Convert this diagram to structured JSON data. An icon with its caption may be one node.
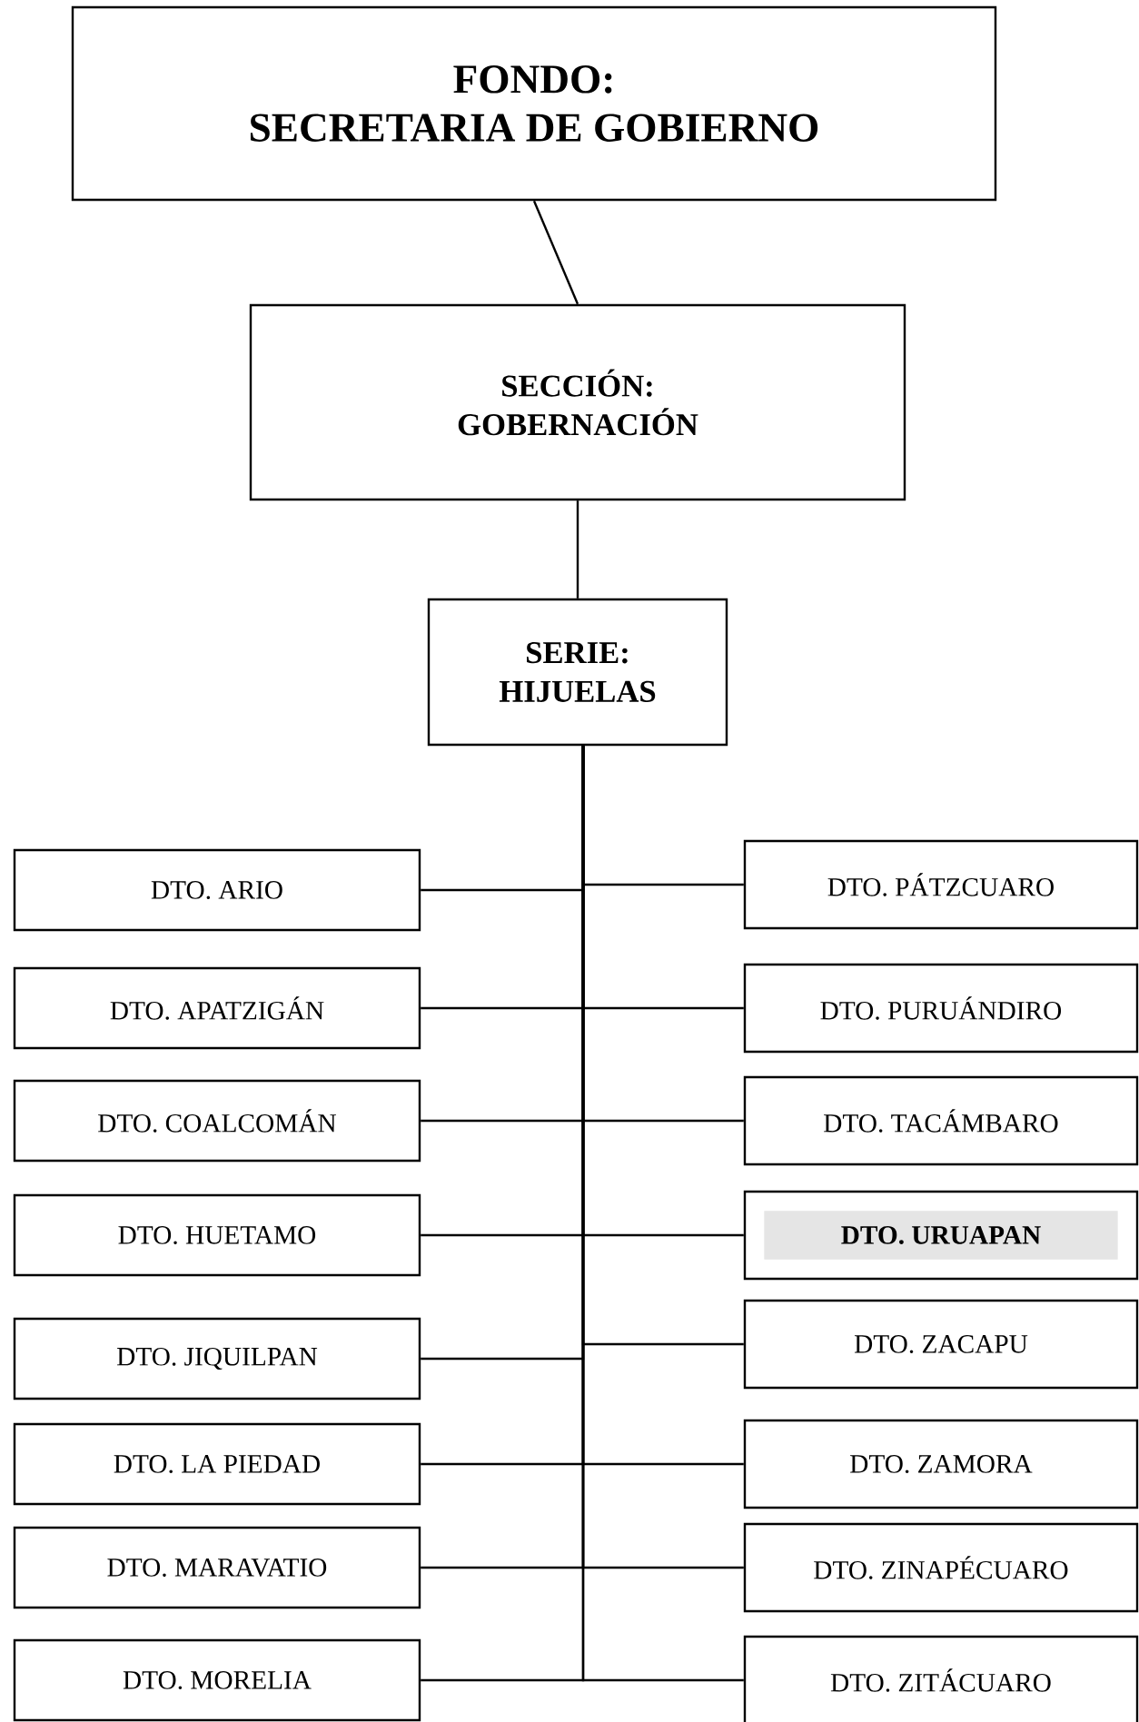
{
  "diagram": {
    "nodes": [
      {
        "text": [
          "FONDO:",
          "SECRETARIA DE GOBIERNO"
        ]
      },
      {
        "text": [
          "SECCIÓN:",
          "GOBERNACIÓN"
        ]
      },
      {
        "text": [
          "SERIE:",
          "HIJUELAS"
        ]
      },
      {
        "text": [
          "DTO.  ARIO"
        ]
      },
      {
        "text": [
          "DTO.  PÁTZCUARO"
        ]
      },
      {
        "text": [
          "DTO.  APATZIGÁN"
        ]
      },
      {
        "text": [
          "DTO.  PURUÁNDIRO"
        ]
      },
      {
        "text": [
          "DTO.  COALCOMÁN"
        ]
      },
      {
        "text": [
          "DTO.  TACÁMBARO"
        ]
      },
      {
        "text": [
          "DTO.  HUETAMO"
        ]
      },
      {
        "text": [
          "DTO. URUAPAN"
        ]
      },
      {
        "text": [
          "DTO.  JIQUILPAN"
        ]
      },
      {
        "text": [
          "DTO.  ZACAPU"
        ]
      },
      {
        "text": [
          "DTO.  LA PIEDAD"
        ]
      },
      {
        "text": [
          "DTO.  ZAMORA"
        ]
      },
      {
        "text": [
          "DTO.  MARAVATIO"
        ]
      },
      {
        "text": [
          "DTO.  ZINAPÉCUARO"
        ]
      },
      {
        "text": [
          "DTO.  MORELIA"
        ]
      },
      {
        "text": [
          "DTO. ZITÁCUARO"
        ]
      }
    ],
    "edges": [
      {
        "from": 0,
        "to": 1,
        "arrow": "none"
      },
      {
        "from": 1,
        "to": 2,
        "arrow": "none"
      },
      {
        "from": 2,
        "to": 3,
        "arrow": "none"
      },
      {
        "from": 2,
        "to": 4,
        "arrow": "none"
      },
      {
        "from": 2,
        "to": 5,
        "arrow": "none"
      },
      {
        "from": 2,
        "to": 6,
        "arrow": "none"
      },
      {
        "from": 2,
        "to": 7,
        "arrow": "none"
      },
      {
        "from": 2,
        "to": 8,
        "arrow": "none"
      },
      {
        "from": 2,
        "to": 9,
        "arrow": "none"
      },
      {
        "from": 2,
        "to": 10,
        "arrow": "none"
      },
      {
        "from": 2,
        "to": 11,
        "arrow": "none"
      },
      {
        "from": 2,
        "to": 12,
        "arrow": "none"
      },
      {
        "from": 2,
        "to": 13,
        "arrow": "none"
      },
      {
        "from": 2,
        "to": 14,
        "arrow": "none"
      },
      {
        "from": 2,
        "to": 15,
        "arrow": "none"
      },
      {
        "from": 2,
        "to": 16,
        "arrow": "none"
      },
      {
        "from": 2,
        "to": 17,
        "arrow": "none"
      },
      {
        "from": 2,
        "to": 18,
        "arrow": "none"
      }
    ]
  }
}
